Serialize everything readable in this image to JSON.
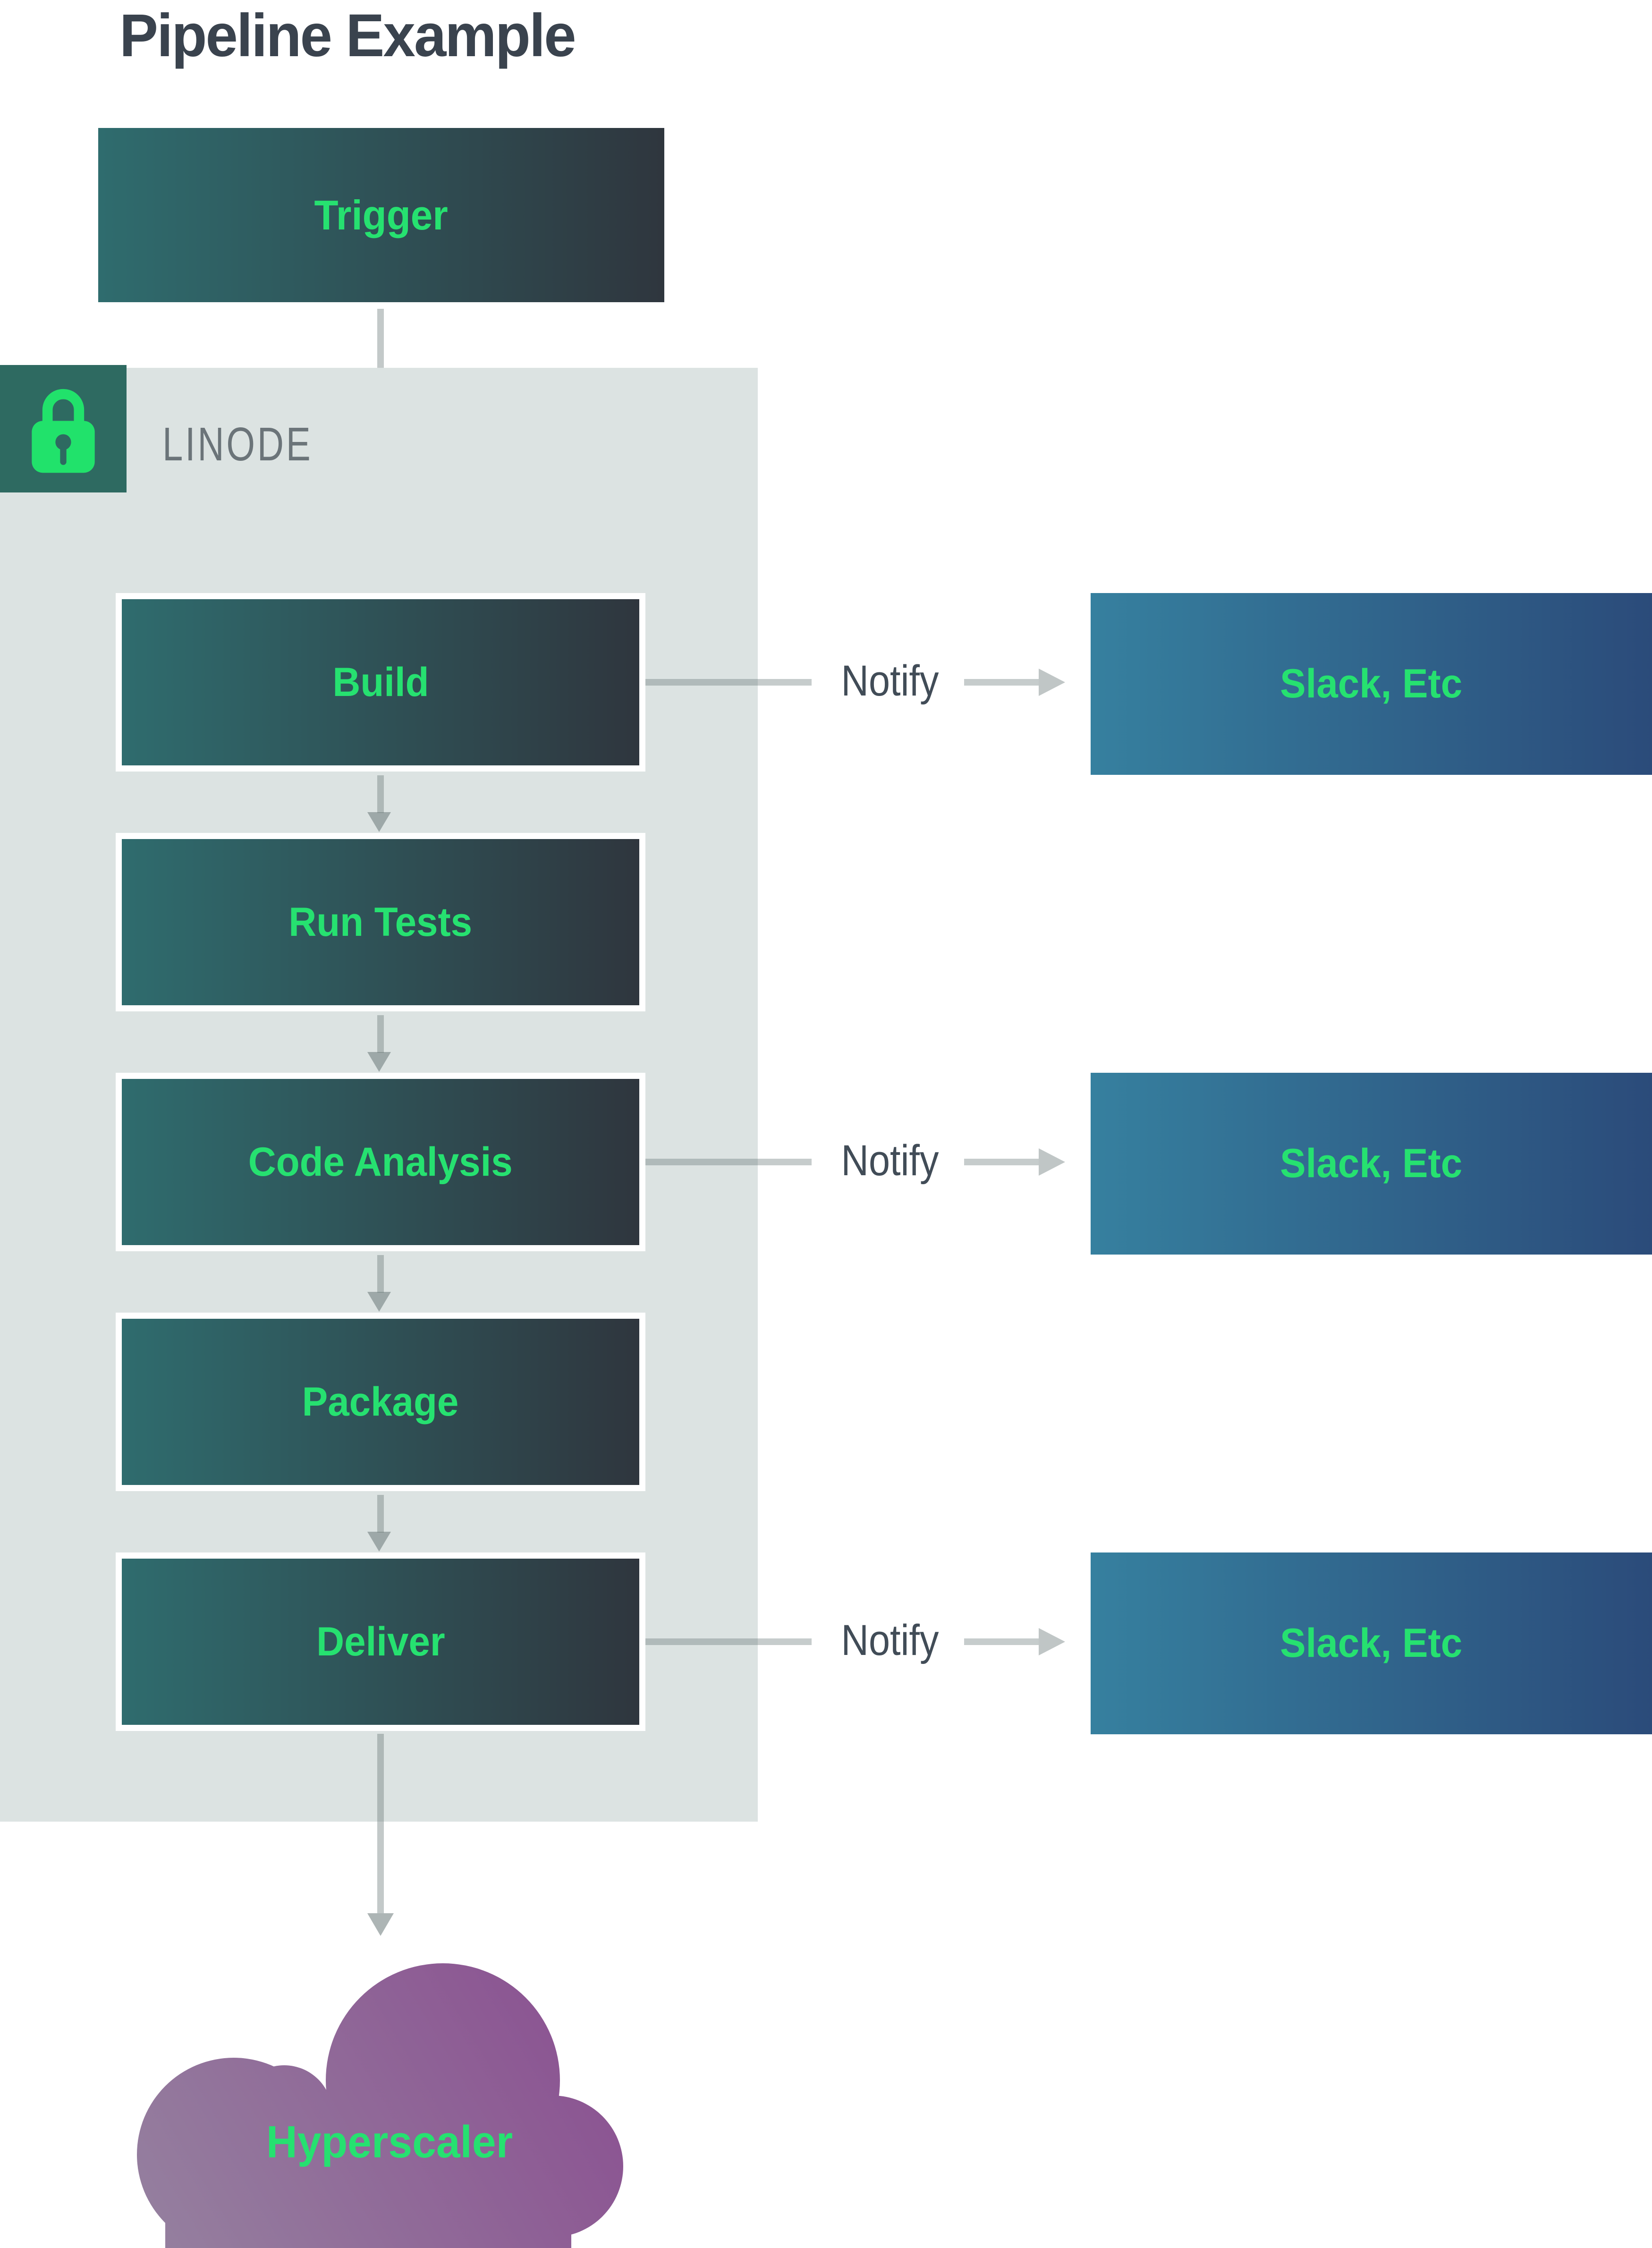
{
  "title": "Pipeline Example",
  "trigger": {
    "label": "Trigger"
  },
  "platform": {
    "label": "LINODE"
  },
  "stages": [
    {
      "label": "Build"
    },
    {
      "label": "Run Tests"
    },
    {
      "label": "Code Analysis"
    },
    {
      "label": "Package"
    },
    {
      "label": "Deliver"
    }
  ],
  "notifications": [
    {
      "label": "Notify",
      "target": "Slack, Etc",
      "from_stage": "Build"
    },
    {
      "label": "Notify",
      "target": "Slack, Etc",
      "from_stage": "Code Analysis"
    },
    {
      "label": "Notify",
      "target": "Slack, Etc",
      "from_stage": "Deliver"
    }
  ],
  "cloud": {
    "label": "Hyperscaler"
  },
  "colors": {
    "title_text": "#3A434E",
    "accent_green": "#26E170",
    "stage_gradient_left": "#2F6C6E",
    "stage_gradient_right": "#2F363E",
    "slack_gradient_left": "#36809F",
    "slack_gradient_right": "#2B4B7A",
    "cloud_gradient_bottom_left": "#95819F",
    "cloud_gradient_top_right": "#8A4D90",
    "platform_background": "#DCE3E2",
    "lock_square": "#2E6A61",
    "notify_text": "#414C57",
    "platform_text": "#6B7479",
    "arrow_gray": "#ADB6B5"
  }
}
